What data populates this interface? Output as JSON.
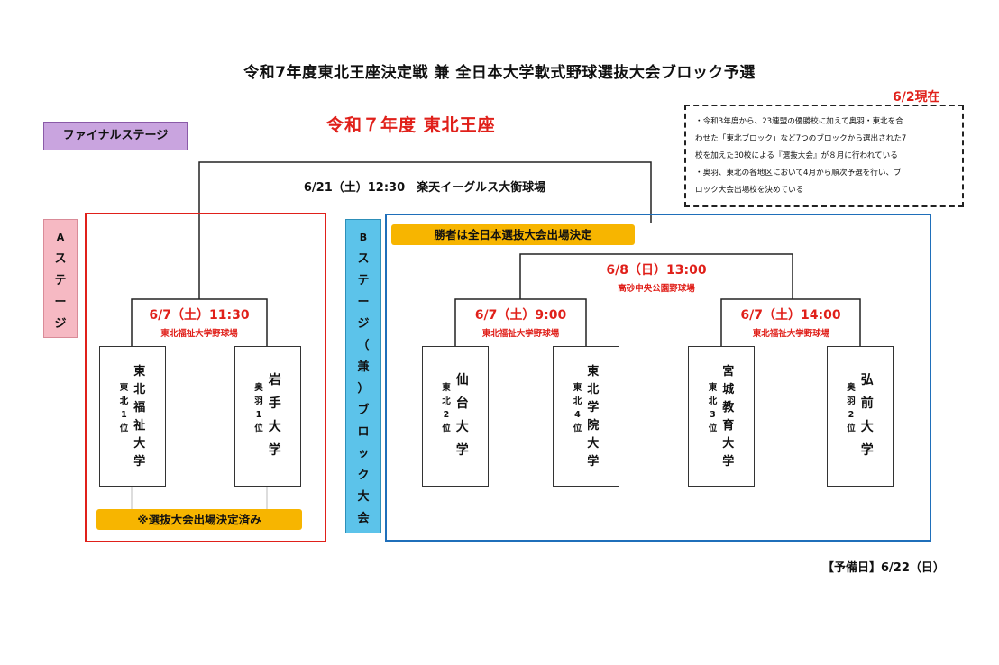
{
  "title": "令和7年度東北王座決定戦 兼 全日本大学軟式野球選抜大会ブロック予選",
  "as_of": "6/2現在",
  "notes": [
    "・令和3年度から、23連盟の優勝校に加えて奥羽・東北を合",
    "わせた「東北ブロック」など7つのブロックから選出された7",
    "校を加えた30校による『選抜大会』が８月に行われている",
    "・奥羽、東北の各地区において4月から順次予選を行い、ブ",
    "ロック大会出場校を決めている"
  ],
  "final": {
    "label": "ファイナルステージ",
    "heading": "令和７年度 東北王座",
    "schedule": "6/21（土）12:30　楽天イーグルス大衡球場"
  },
  "stage_a": {
    "label_chars": [
      "A",
      "ス",
      "テ",
      "ー",
      "ジ"
    ],
    "match": {
      "datetime": "6/7（土）11:30",
      "venue": "東北福祉大学野球場"
    },
    "teams": [
      {
        "league": [
          "東",
          "北",
          "1",
          "位"
        ],
        "name": [
          "東",
          "北",
          "福",
          "祉",
          "大",
          "学"
        ]
      },
      {
        "league": [
          "奥",
          "羽",
          "1",
          "位"
        ],
        "name": [
          "岩",
          "手",
          "大",
          "学"
        ]
      }
    ],
    "qualified_note": "※選抜大会出場決定済み"
  },
  "stage_b": {
    "label_chars": [
      "B",
      "ス",
      "テ",
      "ー",
      "ジ",
      "（",
      "兼",
      "）",
      "ブ",
      "ロ",
      "ッ",
      "ク",
      "大",
      "会"
    ],
    "winner_note": "勝者は全日本選抜大会出場決定",
    "final_match": {
      "datetime": "6/8（日）13:00",
      "venue": "高砂中央公園野球場"
    },
    "matches": [
      {
        "datetime": "6/7（土）9:00",
        "venue": "東北福祉大学野球場"
      },
      {
        "datetime": "6/7（土）14:00",
        "venue": "東北福祉大学野球場"
      }
    ],
    "teams": [
      {
        "league": [
          "東",
          "北",
          "2",
          "位"
        ],
        "name": [
          "仙",
          "台",
          "大",
          "学"
        ]
      },
      {
        "league": [
          "東",
          "北",
          "4",
          "位"
        ],
        "name": [
          "東",
          "北",
          "学",
          "院",
          "大",
          "学"
        ]
      },
      {
        "league": [
          "東",
          "北",
          "3",
          "位"
        ],
        "name": [
          "宮",
          "城",
          "教",
          "育",
          "大",
          "学"
        ]
      },
      {
        "league": [
          "奥",
          "羽",
          "2",
          "位"
        ],
        "name": [
          "弘",
          "前",
          "大",
          "学"
        ]
      }
    ]
  },
  "reserve_day": "【予備日】6/22（日）",
  "colors": {
    "accent_red": "#e0201a",
    "stage_b_blue": "#1f6fba",
    "yellow": "#f7b500",
    "final_label_purple": "#c9a4df",
    "a_label_pink": "#f6b9c3",
    "b_label_cyan": "#5cc3ea"
  }
}
